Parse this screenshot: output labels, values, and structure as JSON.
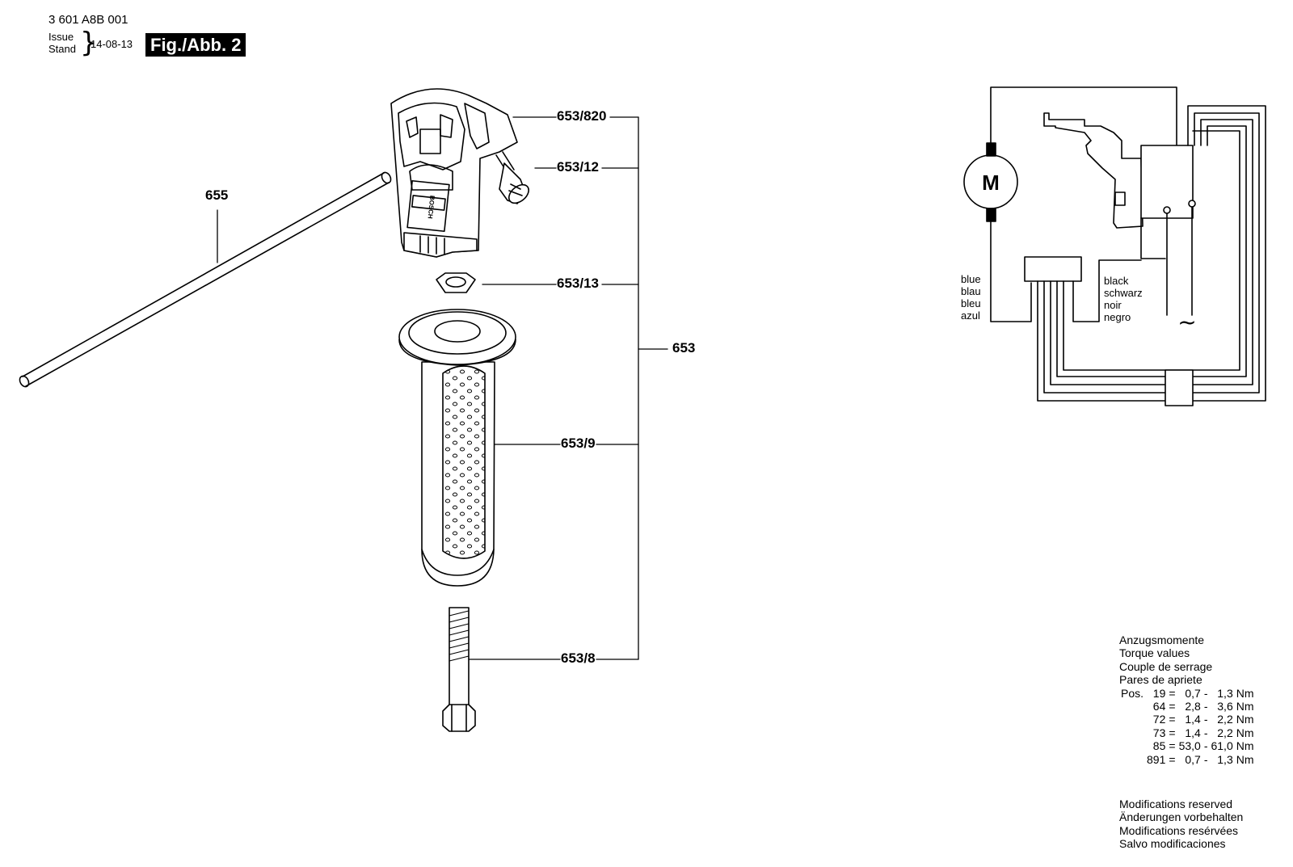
{
  "header": {
    "doc_number": "3 601 A8B 001",
    "issue_label": "Issue",
    "stand_label": "Stand",
    "issue_date": "14-08-13",
    "figure_label": "Fig./Abb. 2"
  },
  "callouts": {
    "c653_820": "653/820",
    "c653_12": "653/12",
    "c653_13": "653/13",
    "c653_9": "653/9",
    "c653_8": "653/8",
    "c653": "653",
    "c655": "655"
  },
  "wiring": {
    "motor_label": "M",
    "left_wire": [
      "blue",
      "blau",
      "bleu",
      "azul"
    ],
    "right_wire": [
      "black",
      "schwarz",
      "noir",
      "negro"
    ],
    "ac_symbol": "~"
  },
  "torque": {
    "headings": [
      "Anzugsmomente",
      "Torque values",
      "Couple de serrage",
      "Pares de apriete"
    ],
    "pos_label": "Pos.",
    "rows": [
      {
        "pos": "19",
        "min": "0,7",
        "max": "1,3",
        "unit": "Nm"
      },
      {
        "pos": "64",
        "min": "2,8",
        "max": "3,6",
        "unit": "Nm"
      },
      {
        "pos": "72",
        "min": "1,4",
        "max": "2,2",
        "unit": "Nm"
      },
      {
        "pos": "73",
        "min": "1,4",
        "max": "2,2",
        "unit": "Nm"
      },
      {
        "pos": "85",
        "min": "53,0",
        "max": "61,0",
        "unit": "Nm"
      },
      {
        "pos": "891",
        "min": "0,7",
        "max": "1,3",
        "unit": "Nm"
      }
    ]
  },
  "modifications": [
    "Modifications reserved",
    "Änderungen vorbehalten",
    "Modifications resérvées",
    "Salvo modificaciones"
  ],
  "brand_mark": "BOSCH"
}
